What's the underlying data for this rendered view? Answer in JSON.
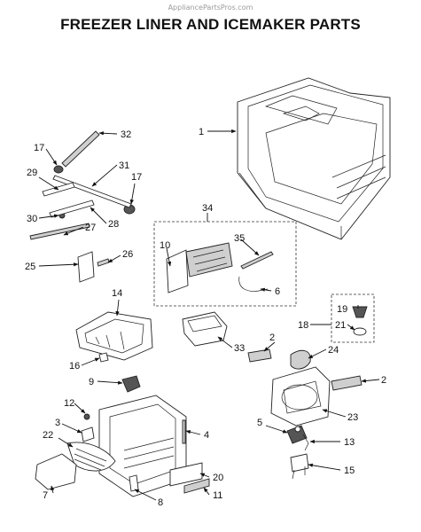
{
  "header": {
    "watermark": "AppliancePartsPros.com",
    "title": "FREEZER LINER AND ICEMAKER PARTS"
  },
  "callouts": [
    {
      "id": "c1",
      "label": "1"
    },
    {
      "id": "c2a",
      "label": "2"
    },
    {
      "id": "c2b",
      "label": "2"
    },
    {
      "id": "c3",
      "label": "3"
    },
    {
      "id": "c4",
      "label": "4"
    },
    {
      "id": "c5",
      "label": "5"
    },
    {
      "id": "c6",
      "label": "6"
    },
    {
      "id": "c7",
      "label": "7"
    },
    {
      "id": "c8",
      "label": "8"
    },
    {
      "id": "c9",
      "label": "9"
    },
    {
      "id": "c10",
      "label": "10"
    },
    {
      "id": "c11",
      "label": "11"
    },
    {
      "id": "c12",
      "label": "12"
    },
    {
      "id": "c13",
      "label": "13"
    },
    {
      "id": "c14",
      "label": "14"
    },
    {
      "id": "c15",
      "label": "15"
    },
    {
      "id": "c16",
      "label": "16"
    },
    {
      "id": "c17a",
      "label": "17"
    },
    {
      "id": "c17b",
      "label": "17"
    },
    {
      "id": "c18",
      "label": "18"
    },
    {
      "id": "c19",
      "label": "19"
    },
    {
      "id": "c20",
      "label": "20"
    },
    {
      "id": "c21",
      "label": "21"
    },
    {
      "id": "c22",
      "label": "22"
    },
    {
      "id": "c23",
      "label": "23"
    },
    {
      "id": "c24",
      "label": "24"
    },
    {
      "id": "c25",
      "label": "25"
    },
    {
      "id": "c26",
      "label": "26"
    },
    {
      "id": "c27",
      "label": "27"
    },
    {
      "id": "c28",
      "label": "28"
    },
    {
      "id": "c29",
      "label": "29"
    },
    {
      "id": "c30",
      "label": "30"
    },
    {
      "id": "c31",
      "label": "31"
    },
    {
      "id": "c32",
      "label": "32"
    },
    {
      "id": "c33",
      "label": "33"
    },
    {
      "id": "c34",
      "label": "34"
    },
    {
      "id": "c35",
      "label": "35"
    }
  ]
}
